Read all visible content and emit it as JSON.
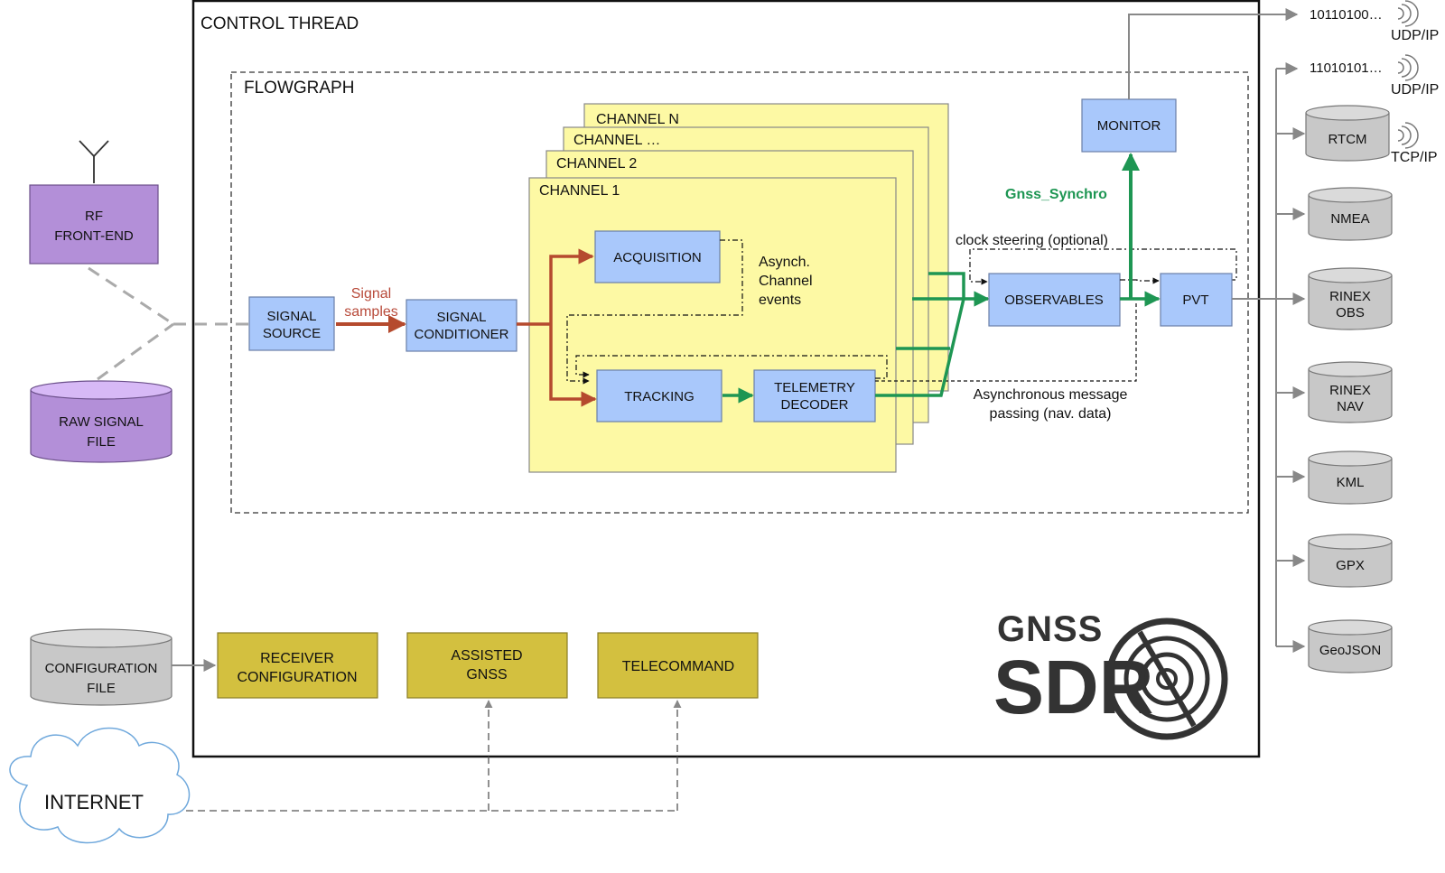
{
  "control_thread": {
    "title": "CONTROL THREAD"
  },
  "flowgraph": {
    "title": "FLOWGRAPH"
  },
  "inputs": {
    "rf_front_end": [
      "RF",
      "FRONT-END"
    ],
    "raw_signal_file": [
      "RAW SIGNAL",
      "FILE"
    ],
    "configuration_file": [
      "CONFIGURATION",
      "FILE"
    ],
    "internet": "INTERNET"
  },
  "blocks": {
    "signal_source": [
      "SIGNAL",
      "SOURCE"
    ],
    "signal_conditioner": [
      "SIGNAL",
      "CONDITIONER"
    ],
    "acquisition": "ACQUISITION",
    "tracking": "TRACKING",
    "telemetry_decoder": [
      "TELEMETRY",
      "DECODER"
    ],
    "observables": "OBSERVABLES",
    "pvt": "PVT",
    "monitor": "MONITOR",
    "receiver_configuration": [
      "RECEIVER",
      "CONFIGURATION"
    ],
    "assisted_gnss": [
      "ASSISTED",
      "GNSS"
    ],
    "telecommand": "TELECOMMAND"
  },
  "channels": [
    "CHANNEL N",
    "CHANNEL …",
    "CHANNEL 2",
    "CHANNEL 1"
  ],
  "annotations": {
    "signal_samples": [
      "Signal",
      "samples"
    ],
    "async_channel_events": [
      "Asynch.",
      "Channel",
      "events"
    ],
    "gnss_synchro": "Gnss_Synchro",
    "clock_steering": "clock steering (optional)",
    "async_message_passing": [
      "Asynchronous message",
      "passing (nav. data)"
    ]
  },
  "outputs": {
    "udp_stream_1": {
      "bits": "10110100…",
      "protocol": "UDP/IP"
    },
    "udp_stream_2": {
      "bits": "11010101…",
      "protocol": "UDP/IP"
    },
    "rtcm": {
      "label": "RTCM",
      "protocol": "TCP/IP"
    },
    "nmea": "NMEA",
    "rinex_obs": [
      "RINEX",
      "OBS"
    ],
    "rinex_nav": [
      "RINEX",
      "NAV"
    ],
    "kml": "KML",
    "gpx": "GPX",
    "geojson": "GeoJSON"
  },
  "logo": {
    "line1": "GNSS",
    "line2": "SDR"
  },
  "colors": {
    "block_blue": "#a9c8fb",
    "channel_yellow": "#fdf9a4",
    "control_gold": "#d3c03f",
    "front_end_purple": "#b38fd8",
    "cylinder_gray": "#c8c8c8",
    "arrow_red": "#b54a2e",
    "arrow_green": "#1e9653",
    "gnss_synchro_text": "#1e9653",
    "signal_samples_text": "#b84a3a"
  },
  "icons": [
    "antenna-icon",
    "wifi-signal-icon",
    "cloud-icon",
    "gnss-sdr-logo"
  ]
}
